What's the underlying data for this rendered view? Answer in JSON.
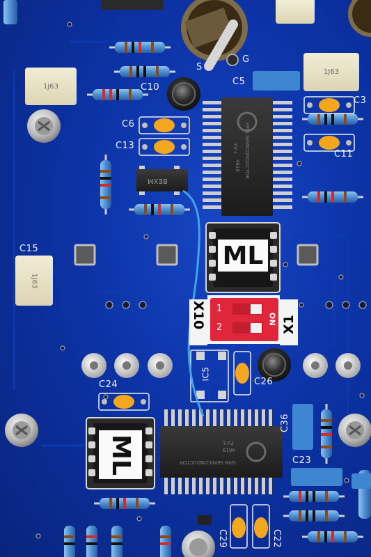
{
  "scene": {
    "subject": "blue circuit board close-up",
    "board_color": "#0c33a6",
    "silkscreen_color": "#f2f2f2"
  },
  "labels": {
    "c10": "C10",
    "c5": "C5",
    "c3": "C3",
    "c6": "C6",
    "c13": "C13",
    "c11": "C11",
    "c15": "C15",
    "c24": "C24",
    "c36": "C36",
    "c23": "C23",
    "c26": "C26",
    "c29": "C29",
    "c22": "C22",
    "ic5": "IC5",
    "s": "S",
    "g": "G",
    "x10": "X10",
    "x1": "X1",
    "on": "ON",
    "dip1": "1",
    "dip2": "2"
  },
  "chips": {
    "ml_top": "ML",
    "ml_bottom": "ML",
    "fv1_brand": "SPIN SEMICONDUCTOR",
    "fv1_model": "FV-1",
    "fv1_code": "4619",
    "transistor_mark": "BEXM"
  },
  "capacitors": {
    "c_1j63_a": "1J63",
    "c_1j63_b": "1J63",
    "c_1j63_c": "1J63"
  }
}
